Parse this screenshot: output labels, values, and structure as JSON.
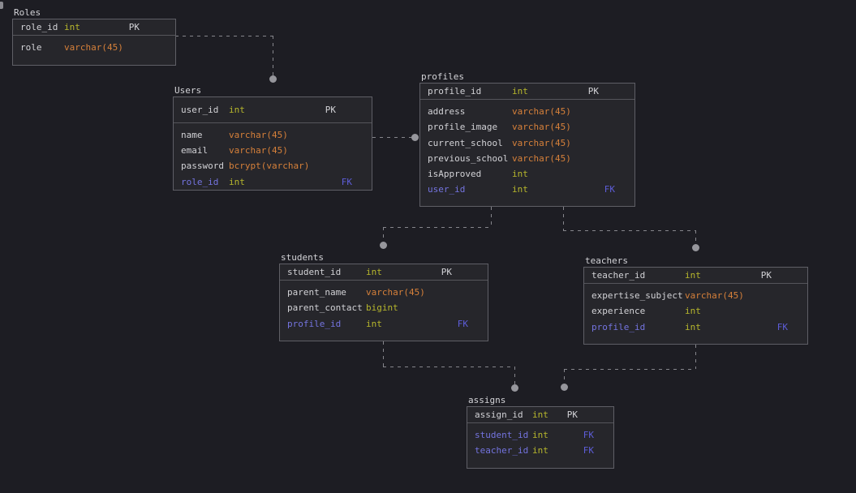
{
  "palette": {
    "background": "#1d1d23",
    "table_background": "#26262b",
    "table_border": "#5f5f66",
    "text": "#d2d2d6",
    "type_int_color": "#b6b62c",
    "type_varchar_color": "#d6803a",
    "fk_column_color": "#7474e0",
    "fk_badge_color": "#5d5dd8",
    "connector_color": "#86868c"
  },
  "diagram": {
    "tables": [
      {
        "title": "Roles",
        "columns": [
          {
            "name": "role_id",
            "type": "int",
            "key": "PK"
          },
          {
            "name": "role",
            "type": "varchar(45)",
            "key": ""
          }
        ]
      },
      {
        "title": "Users",
        "columns": [
          {
            "name": "user_id",
            "type": "int",
            "key": "PK"
          },
          {
            "name": "name",
            "type": "varchar(45)",
            "key": ""
          },
          {
            "name": "email",
            "type": "varchar(45)",
            "key": ""
          },
          {
            "name": "password",
            "type": "bcrypt(varchar)",
            "key": ""
          },
          {
            "name": "role_id",
            "type": "int",
            "key": "FK"
          }
        ]
      },
      {
        "title": "profiles",
        "columns": [
          {
            "name": "profile_id",
            "type": "int",
            "key": "PK"
          },
          {
            "name": "address",
            "type": "varchar(45)",
            "key": ""
          },
          {
            "name": "profile_image",
            "type": "varchar(45)",
            "key": ""
          },
          {
            "name": "current_school",
            "type": "varchar(45)",
            "key": ""
          },
          {
            "name": "previous_school",
            "type": "varchar(45)",
            "key": ""
          },
          {
            "name": "isApproved",
            "type": "int",
            "key": ""
          },
          {
            "name": "user_id",
            "type": "int",
            "key": "FK"
          }
        ]
      },
      {
        "title": "students",
        "columns": [
          {
            "name": "student_id",
            "type": "int",
            "key": "PK"
          },
          {
            "name": "parent_name",
            "type": "varchar(45)",
            "key": ""
          },
          {
            "name": "parent_contact",
            "type": "bigint",
            "key": ""
          },
          {
            "name": "profile_id",
            "type": "int",
            "key": "FK"
          }
        ]
      },
      {
        "title": "teachers",
        "columns": [
          {
            "name": "teacher_id",
            "type": "int",
            "key": "PK"
          },
          {
            "name": "expertise_subject",
            "type": "varchar(45)",
            "key": ""
          },
          {
            "name": "experience",
            "type": "int",
            "key": ""
          },
          {
            "name": "profile_id",
            "type": "int",
            "key": "FK"
          }
        ]
      },
      {
        "title": "assigns",
        "columns": [
          {
            "name": "assign_id",
            "type": "int",
            "key": "PK"
          },
          {
            "name": "student_id",
            "type": "int",
            "key": "FK"
          },
          {
            "name": "teacher_id",
            "type": "int",
            "key": "FK"
          }
        ]
      }
    ],
    "relationships": [
      {
        "from": "Roles",
        "to": "Users"
      },
      {
        "from": "Users",
        "to": "profiles"
      },
      {
        "from": "profiles",
        "to": "students"
      },
      {
        "from": "profiles",
        "to": "teachers"
      },
      {
        "from": "students",
        "to": "assigns"
      },
      {
        "from": "teachers",
        "to": "assigns"
      }
    ]
  }
}
